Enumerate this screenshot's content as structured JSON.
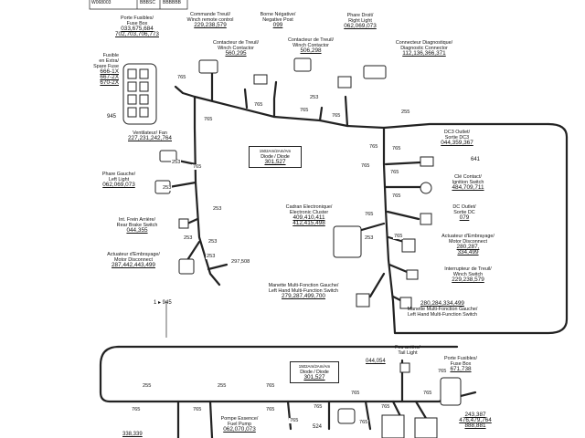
{
  "header": {
    "left": "W068003",
    "mid": "BBBSC",
    "right": "BBBBBB"
  },
  "components": {
    "fuse_box_top": {
      "fr": "Porte Fusibles/",
      "en": "Fuse Box",
      "n1": "033,675,684",
      "n2": "702,703,706,773"
    },
    "spare_fuse": {
      "l1": "Fusible",
      "l2": "en Extra/",
      "l3": "Spare Fuse",
      "v1": "666-1X",
      "v2": "667-2X",
      "v3": "670-2X"
    },
    "winch_remote": {
      "fr": "Commande Treuil/",
      "en": "Winch remote control",
      "n": "229,238,579"
    },
    "neg_post": {
      "fr": "Borne Négative/",
      "en": "Negative Post",
      "n": "099"
    },
    "winch_contactor": {
      "fr": "Contacteur de Treuil/",
      "en": "Winch Contactor",
      "n": "560,295"
    },
    "winch_contactor2": {
      "fr": "Contacteur de Treuil/",
      "en": "Winch Contactor",
      "n": "506,298"
    },
    "right_light": {
      "fr": "Phare Droit/",
      "en": "Right Light",
      "n": "062,069,073"
    },
    "diag_connector": {
      "fr": "Connecteur Diagnostique/",
      "en": "Diagnostic Connector",
      "n": "112,136,366,371"
    },
    "fan": {
      "fr": "Ventilateur/ Fan",
      "n": "227,231,242,764"
    },
    "left_light": {
      "fr": "Phare Gauche/",
      "en": "Left Light",
      "n": "062,069,073"
    },
    "rear_brake": {
      "fr": "Int. Frein Arrière/",
      "en": "Rear Brake Switch",
      "n": "044,355"
    },
    "motor_disconnect_l": {
      "fr": "Actuateur d'Embrayage/",
      "en": "Motor Disconnect",
      "n": "287,442,443,499"
    },
    "diode_box1": {
      "l1": "Diode / Diode",
      "n": "301,527",
      "code": "1502Am/2Am/Am"
    },
    "dc3_outlet": {
      "fr": "DC3 Outlet/",
      "en": "Sortie DC3",
      "n": "044,359,367",
      "w": "641"
    },
    "ignition": {
      "fr": "Clé Contact/",
      "en": "Ignition Switch",
      "n": "484,709,711"
    },
    "dc_outlet": {
      "fr": "DC Outlet/",
      "en": "Sortie DC",
      "n": "079"
    },
    "cluster": {
      "fr": "Cadran Electronique/",
      "en": "Electronic Cluster",
      "n1": "409,410,411",
      "n2": "412,415,498"
    },
    "motor_disconnect_r": {
      "fr": "Actuateur d'Embrayage/",
      "en": "Motor Disconnect",
      "n1": "280,287,",
      "n2": "334,499"
    },
    "winch_switch": {
      "fr": "Interrupteur de Treuil/",
      "en": "Winch Switch",
      "n": "229,238,579"
    },
    "lh_switch1": {
      "fr": "Manette Multi-Fonction Gauche/",
      "en": "Left Hand Multi-Function Switch",
      "n": "279,287,499,700"
    },
    "lh_switch2": {
      "fr": "Manette Multi-Fonction Gauche/",
      "en": "Left Hand Multi-Function Switch",
      "n": "280,284,334,499"
    },
    "connector_945": {
      "label": "1 ▸ 945"
    },
    "diode_box2": {
      "l1": "Diode / Diode",
      "n": "301,527",
      "code": "1502Am/2Am/Am"
    },
    "tail_light": {
      "fr": "Feu arrière/",
      "en": "Tail Light",
      "n": "044,054"
    },
    "fuse_box_bottom": {
      "fr": "Porte Fusibles/",
      "en": "Fuse Box",
      "n": "671,738"
    },
    "fuel_pump": {
      "fr": "Pompe Essence/",
      "en": "Fuel Pump",
      "n": "062,070,073"
    },
    "bottom_right": {
      "n1": "243,387",
      "n2": "476,479,764",
      "n3": "888,881"
    },
    "bottom_left": {
      "n": "338,339"
    },
    "bottom_524": {
      "n": "524"
    }
  },
  "wires": [
    "765",
    "765",
    "765",
    "253",
    "255",
    "765",
    "765",
    "765",
    "253",
    "253",
    "253",
    "253",
    "253",
    "297,508",
    "253",
    "765",
    "765",
    "765",
    "765",
    "765",
    "765",
    "765",
    "253",
    "945",
    "255",
    "765",
    "255",
    "765",
    "765",
    "765",
    "765",
    "765",
    "765",
    "945",
    "765",
    "765",
    "765",
    "765"
  ]
}
